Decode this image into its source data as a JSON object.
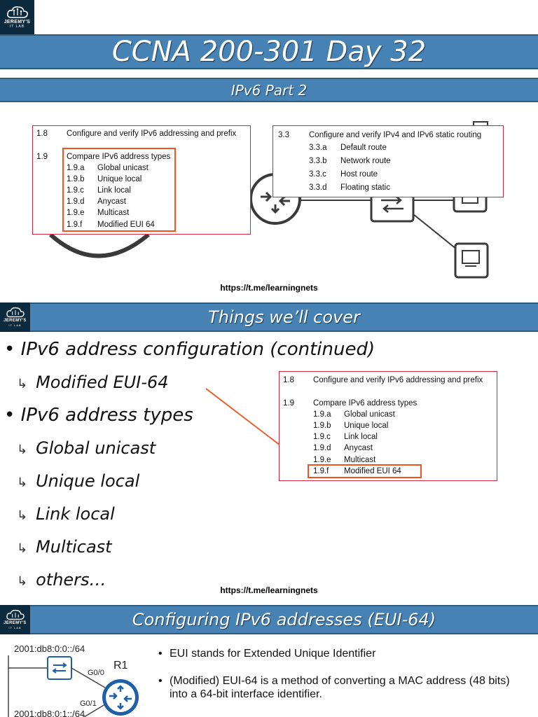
{
  "logo": {
    "brand": "JEREMY'S",
    "sub": "IT LAB"
  },
  "slide1": {
    "title": "CCNA 200-301 Day 32",
    "subtitle": "IPv6 Part 2",
    "box_left": [
      {
        "num": "1.8",
        "text": "Configure and verify IPv6 addressing and prefix"
      },
      {
        "num": "1.9",
        "text": "Compare IPv6 address types"
      },
      {
        "num": "1.9.a",
        "text": "Global unicast"
      },
      {
        "num": "1.9.b",
        "text": "Unique local"
      },
      {
        "num": "1.9.c",
        "text": "Link local"
      },
      {
        "num": "1.9.d",
        "text": "Anycast"
      },
      {
        "num": "1.9.e",
        "text": "Multicast"
      },
      {
        "num": "1.9.f",
        "text": "Modified EUI 64"
      }
    ],
    "box_right": [
      {
        "num": "3.3",
        "text": "Configure and verify IPv4 and IPv6 static routing"
      },
      {
        "num": "3.3.a",
        "text": "Default route"
      },
      {
        "num": "3.3.b",
        "text": "Network route"
      },
      {
        "num": "3.3.c",
        "text": "Host route"
      },
      {
        "num": "3.3.d",
        "text": "Floating static"
      }
    ],
    "link": "https://t.me/learningnets"
  },
  "slide2": {
    "title": "Things we’ll cover",
    "bullets": [
      {
        "level": 1,
        "text": "IPv6 address configuration (continued)"
      },
      {
        "level": 2,
        "text": "Modified EUI-64"
      },
      {
        "level": 1,
        "text": "IPv6 address types"
      },
      {
        "level": 2,
        "text": "Global unicast"
      },
      {
        "level": 2,
        "text": "Unique local"
      },
      {
        "level": 2,
        "text": "Link local"
      },
      {
        "level": 2,
        "text": "Multicast"
      },
      {
        "level": 2,
        "text": "others…"
      }
    ],
    "box": [
      {
        "num": "1.8",
        "text": "Configure and verify IPv6 addressing and prefix"
      },
      {
        "num": "1.9",
        "text": "Compare IPv6 address types"
      },
      {
        "num": "1.9.a",
        "text": "Global unicast"
      },
      {
        "num": "1.9.b",
        "text": "Unique local"
      },
      {
        "num": "1.9.c",
        "text": "Link local"
      },
      {
        "num": "1.9.d",
        "text": "Anycast"
      },
      {
        "num": "1.9.e",
        "text": "Multicast"
      },
      {
        "num": "1.9.f",
        "text": "Modified EUI 64"
      }
    ],
    "link": "https://t.me/learningnets"
  },
  "slide3": {
    "title": "Configuring IPv6 addresses (EUI-64)",
    "net1": "2001:db8:0:0::/64",
    "net2": "2001:db8:0:1::/64",
    "router": "R1",
    "if1": "G0/0",
    "if2": "G0/1",
    "bullets": [
      "EUI stands for Extended Unique Identifier",
      "(Modified) EUI-64 is a method of converting a MAC address (48 bits) into a 64-bit interface identifier."
    ]
  },
  "colors": {
    "band": "#4682b4",
    "box_border": "#d7263d",
    "highlight": "#f4511e",
    "logo_bg": "#0b2a3d"
  }
}
